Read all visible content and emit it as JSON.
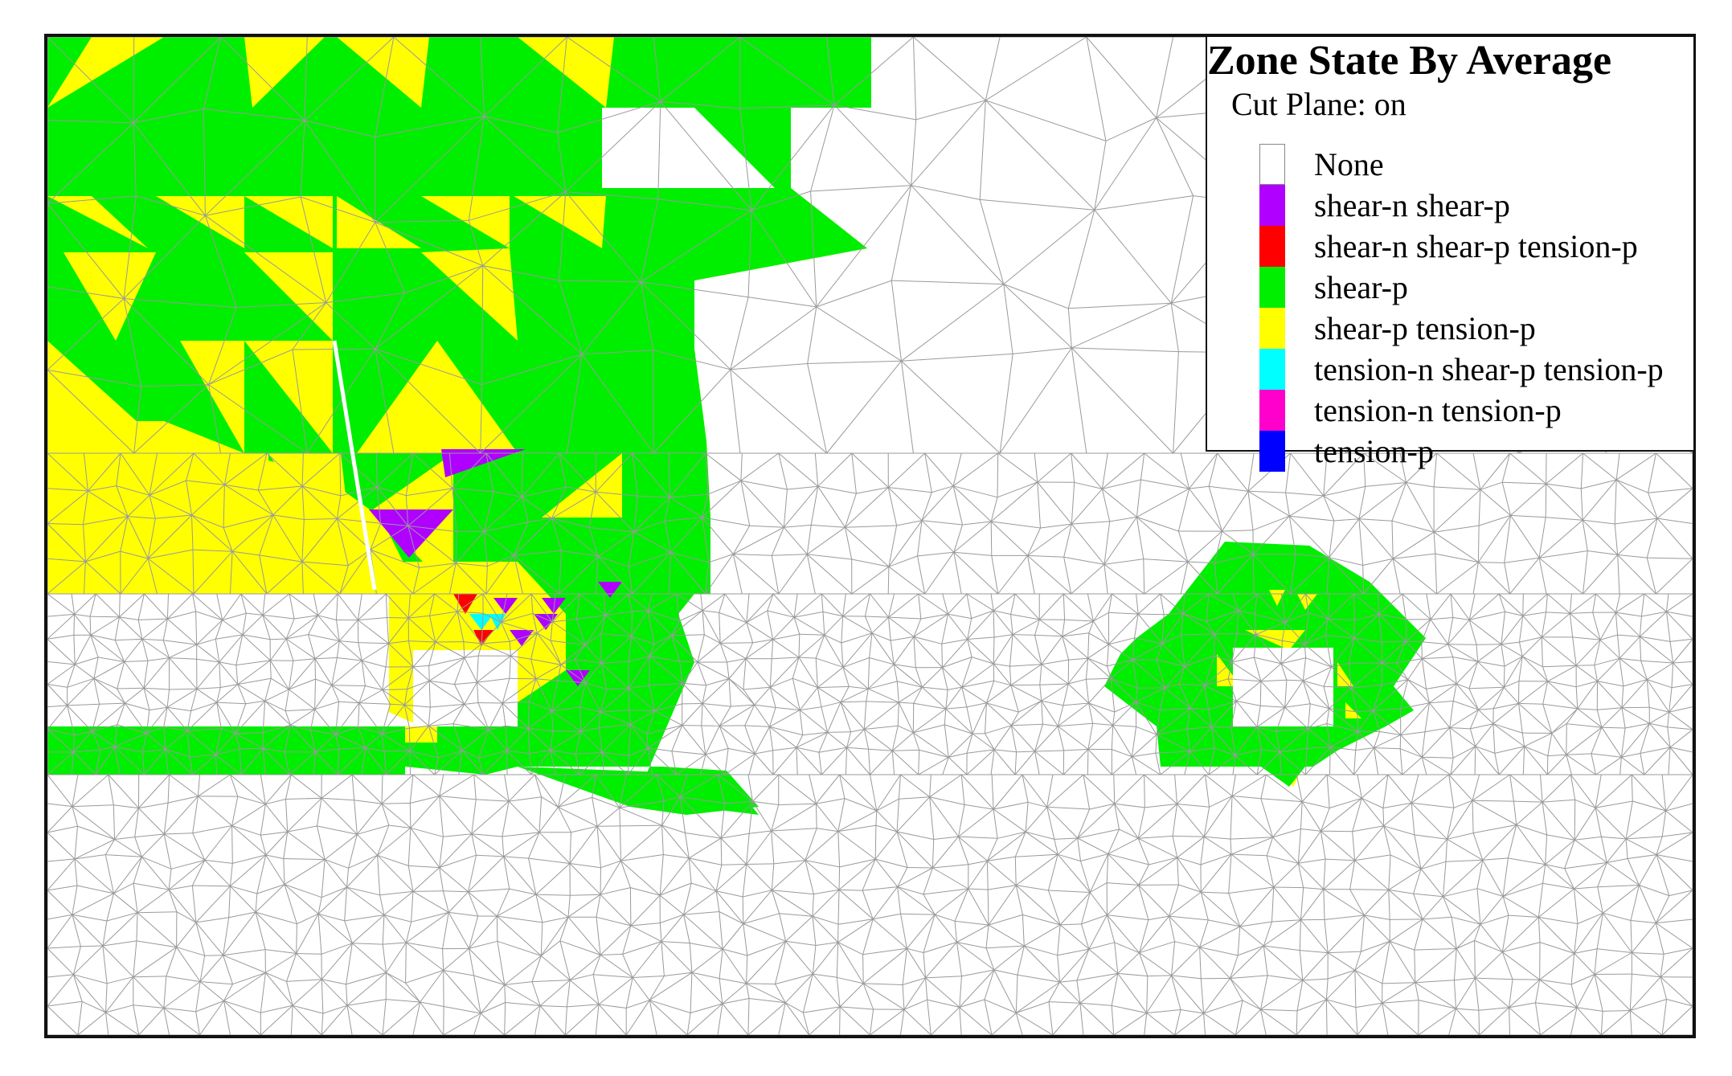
{
  "legend": {
    "title": "Zone State By Average",
    "subtitle": "Cut Plane: on",
    "items": [
      {
        "label": "None",
        "color": "#ffffff"
      },
      {
        "label": "shear-n shear-p",
        "color": "#b000ff"
      },
      {
        "label": "shear-n shear-p tension-p",
        "color": "#ff0000"
      },
      {
        "label": "shear-p",
        "color": "#00ee00"
      },
      {
        "label": "shear-p tension-p",
        "color": "#ffff00"
      },
      {
        "label": "tension-n shear-p tension-p",
        "color": "#00ffff"
      },
      {
        "label": "tension-n tension-p",
        "color": "#ff00cc"
      },
      {
        "label": "tension-p",
        "color": "#0000ff"
      }
    ]
  },
  "colors": {
    "mesh_line": "#9a9a9a",
    "frame": "#111111"
  }
}
